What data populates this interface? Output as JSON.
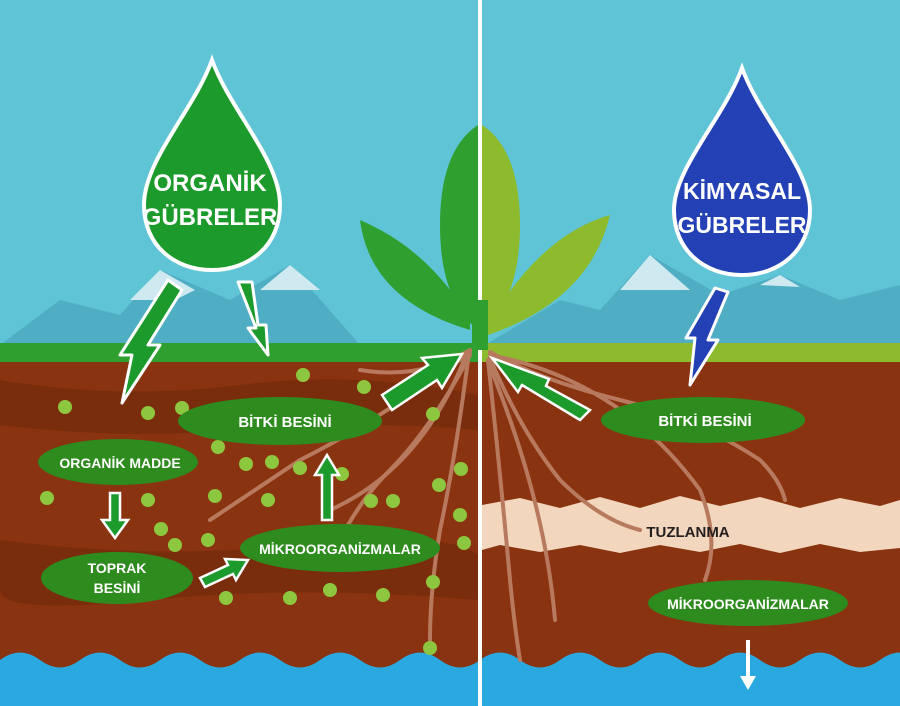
{
  "left_panel": {
    "drop_line1": "ORGANİK",
    "drop_line2": "GÜBRELER",
    "plant_nutrient": "BİTKİ BESİNİ",
    "organic_matter": "ORGANİK MADDE",
    "soil_nutrient_line1": "TOPRAK",
    "soil_nutrient_line2": "BESİNİ",
    "microorganisms": "MİKROORGANİZMALAR"
  },
  "right_panel": {
    "drop_line1": "KİMYASAL",
    "drop_line2": "GÜBRELER",
    "plant_nutrient": "BİTKİ BESİNİ",
    "salinization": "TUZLANMA",
    "microorganisms": "MİKROORGANİZMALAR"
  },
  "colors": {
    "sky": "#5fc4d6",
    "soil": "#8a3310",
    "organic_drop": "#1c9a2c",
    "chemical_drop": "#2340b5",
    "label_fill": "#2e8b1e",
    "water": "#2aa8e0",
    "salt_layer": "#f2d6bd"
  }
}
